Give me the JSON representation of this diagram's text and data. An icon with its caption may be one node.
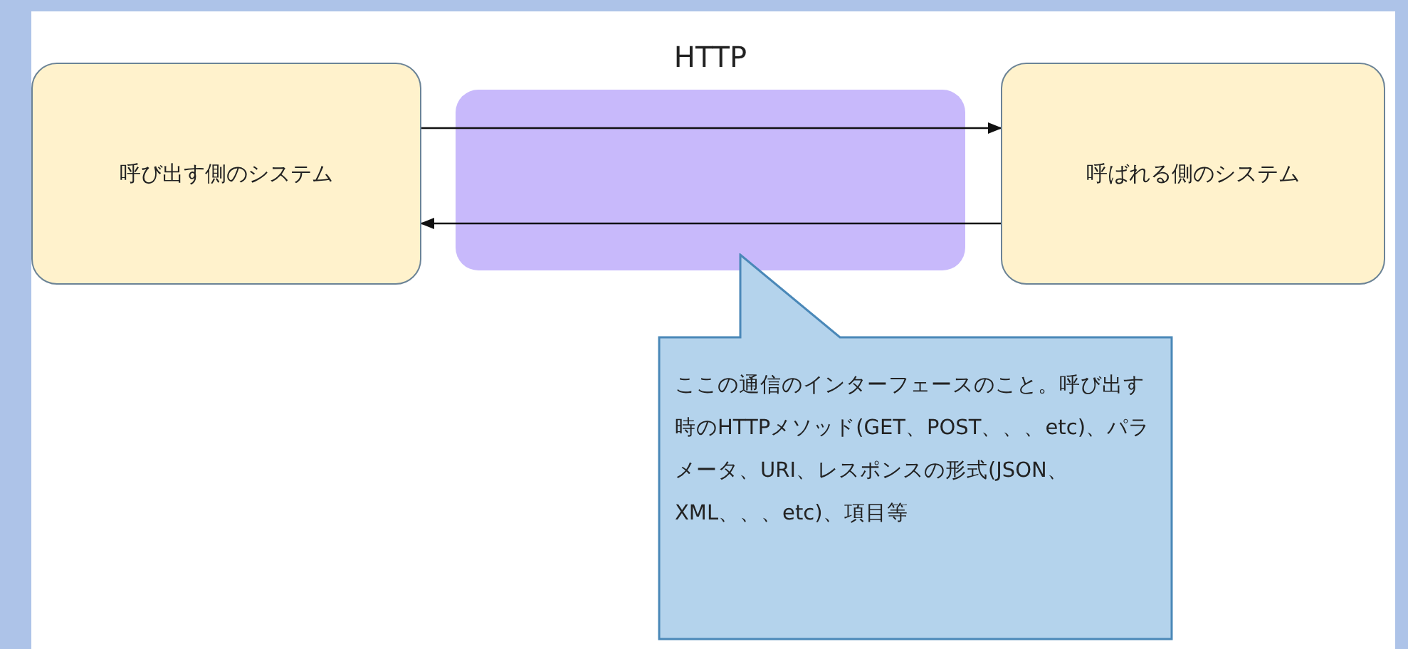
{
  "diagram": {
    "nodes": [
      {
        "text": [
          "呼び出す側のシステム"
        ]
      },
      {
        "text": [
          "呼ばれる側のシステム"
        ]
      },
      {
        "text": [
          "ここの通信のインターフェースのこと。呼び出す時のHTTPメソッド(GET、POST、、、etc)、パラメータ、URI、レスポンスの形式(JSON、XML、、、etc)、項目等"
        ]
      }
    ],
    "edges": [
      {
        "from": 0,
        "to": 1,
        "arrow": "to"
      },
      {
        "from": 1,
        "to": 0,
        "arrow": "to"
      }
    ],
    "labels": [
      "HTTP"
    ]
  }
}
